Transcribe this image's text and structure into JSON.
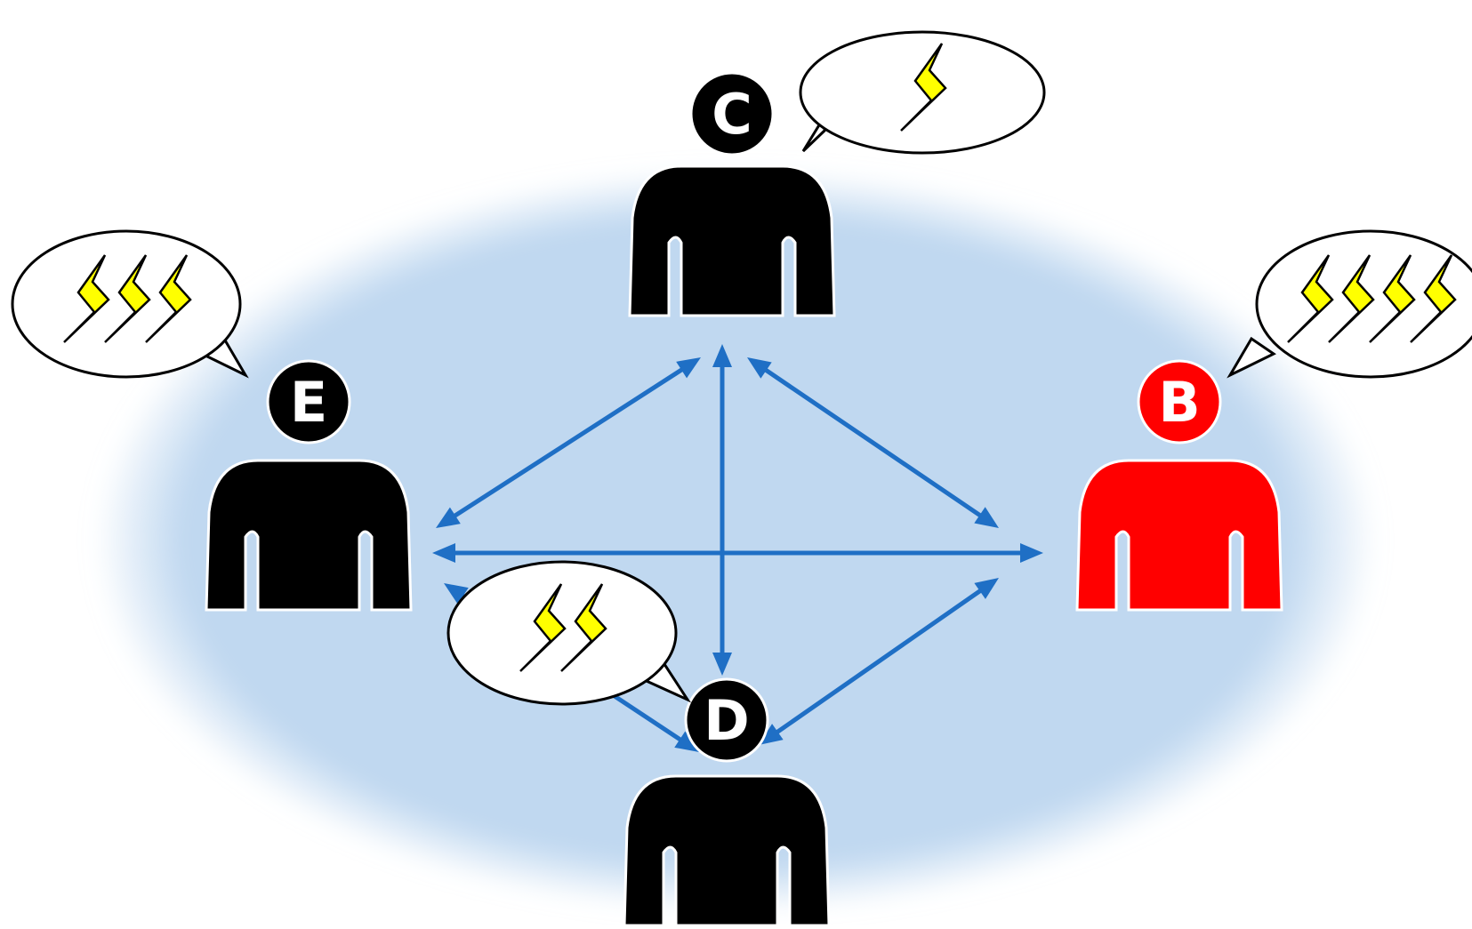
{
  "diagram": {
    "people": [
      {
        "id": "C",
        "label": "C",
        "color": "#000000",
        "bolts": 1
      },
      {
        "id": "E",
        "label": "E",
        "color": "#000000",
        "bolts": 3
      },
      {
        "id": "B",
        "label": "B",
        "color": "#ff0000",
        "bolts": 4
      },
      {
        "id": "D",
        "label": "D",
        "color": "#000000",
        "bolts": 2
      }
    ],
    "connections": [
      [
        "C",
        "E"
      ],
      [
        "C",
        "B"
      ],
      [
        "C",
        "D"
      ],
      [
        "E",
        "B"
      ],
      [
        "E",
        "D"
      ],
      [
        "B",
        "D"
      ]
    ],
    "colors": {
      "arrow": "#1f6fc5",
      "ellipse": "#c0d8f0",
      "bolt_fill": "#ffff00",
      "bubble_fill": "#ffffff"
    }
  }
}
